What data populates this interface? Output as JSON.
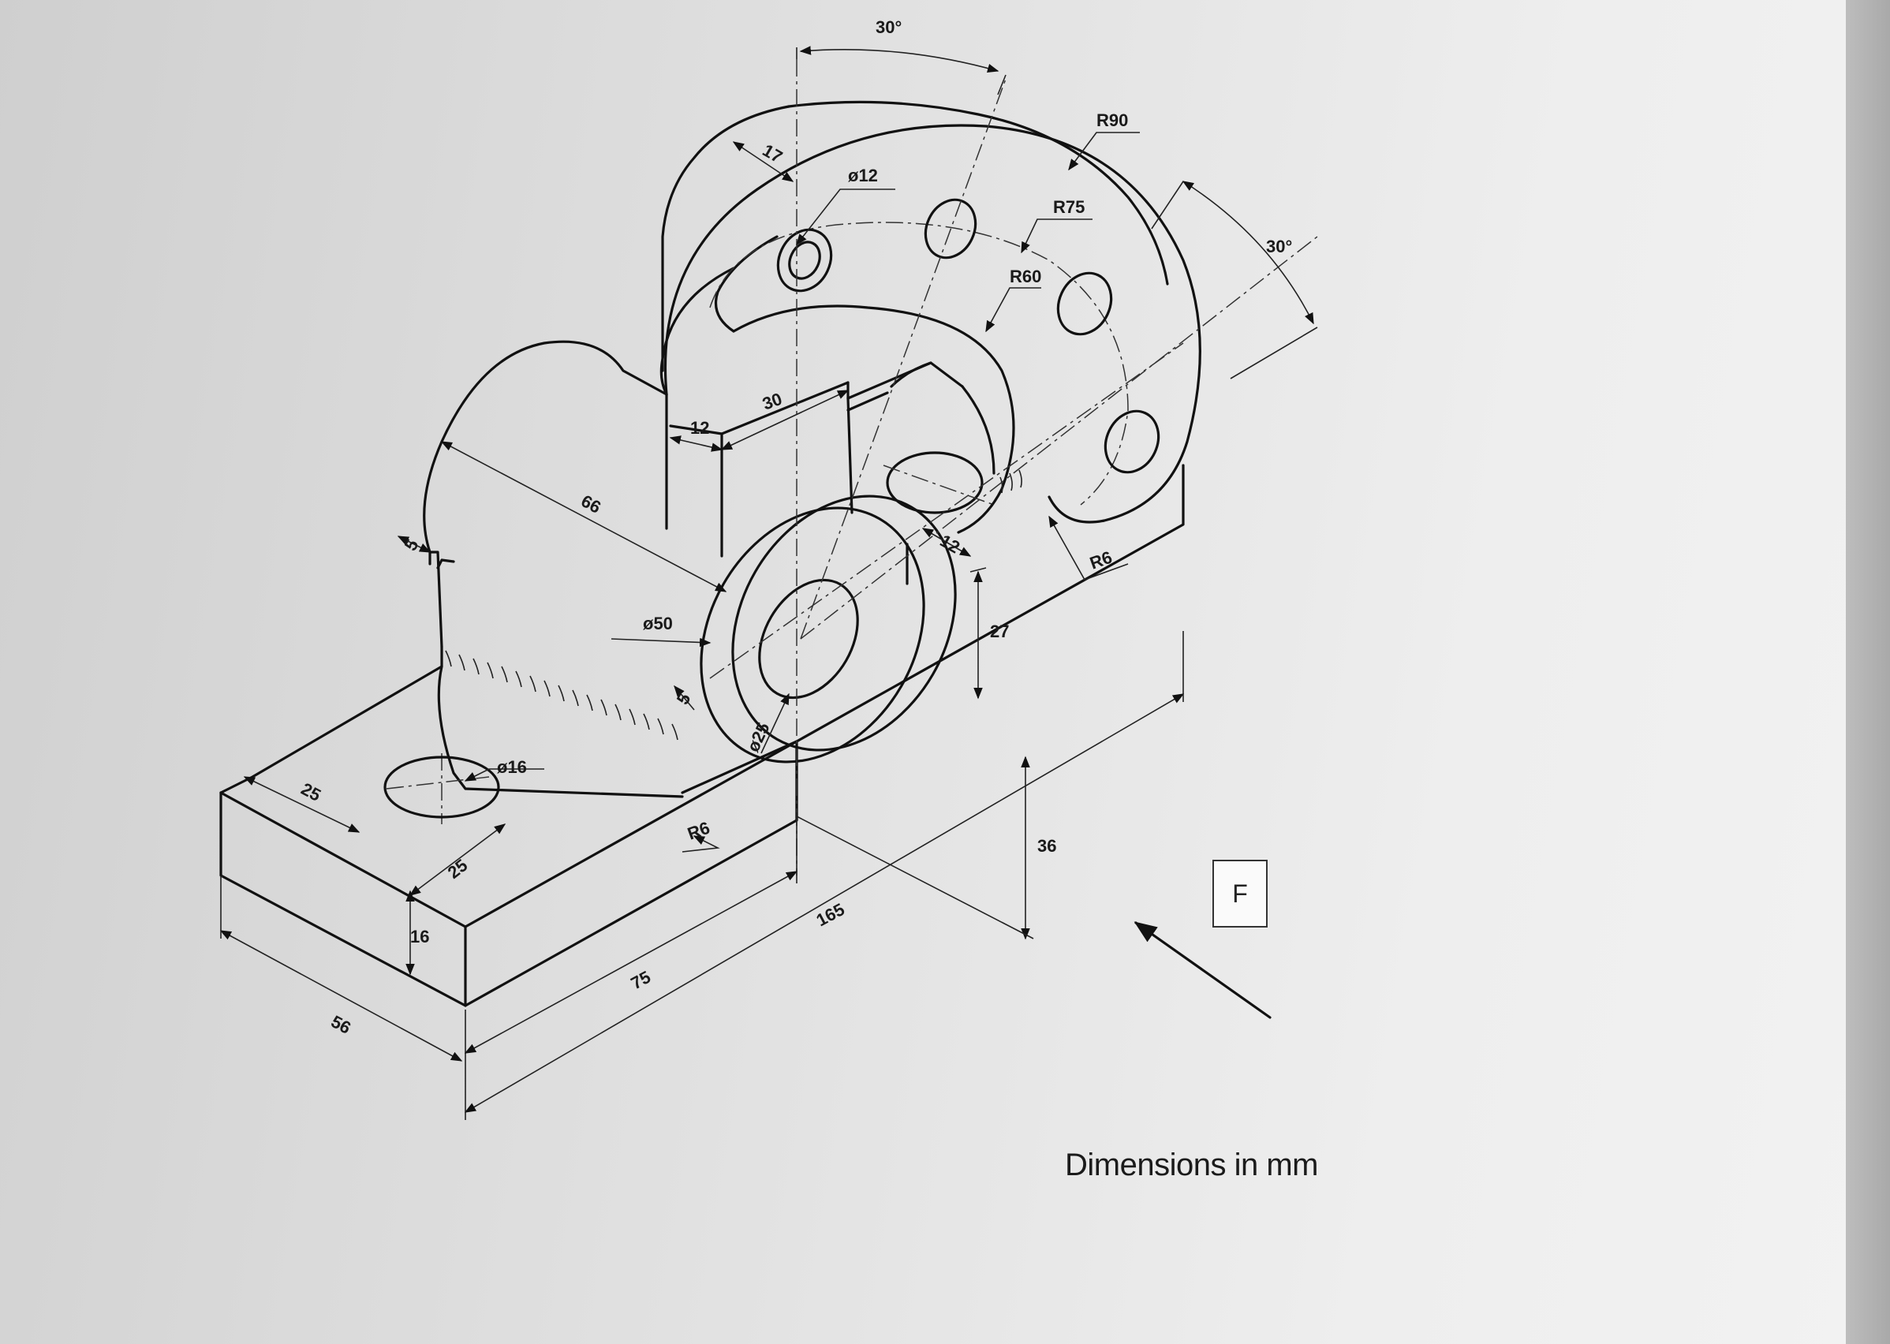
{
  "dimensions": {
    "top_angle": "30°",
    "right_angle": "30°",
    "r90": "R90",
    "r75": "R75",
    "r60": "R60",
    "r6_right": "R6",
    "r6_left": "R6",
    "dia12": "ø12",
    "dia50": "ø50",
    "dia25": "ø25",
    "dia16": "ø16",
    "d17": "17",
    "d12_upper": "12",
    "d12_lower": "12",
    "d30": "30",
    "d66": "66",
    "d5_upper": "5",
    "d5_lower": "5",
    "d27": "27",
    "d36": "36",
    "d165": "165",
    "d75": "75",
    "d25_a": "25",
    "d25_b": "25",
    "d16": "16",
    "d56": "56"
  },
  "view_label": "F",
  "caption": "Dimensions in mm",
  "colors": {
    "linework": "#111111",
    "background": "#e4e4e4"
  }
}
